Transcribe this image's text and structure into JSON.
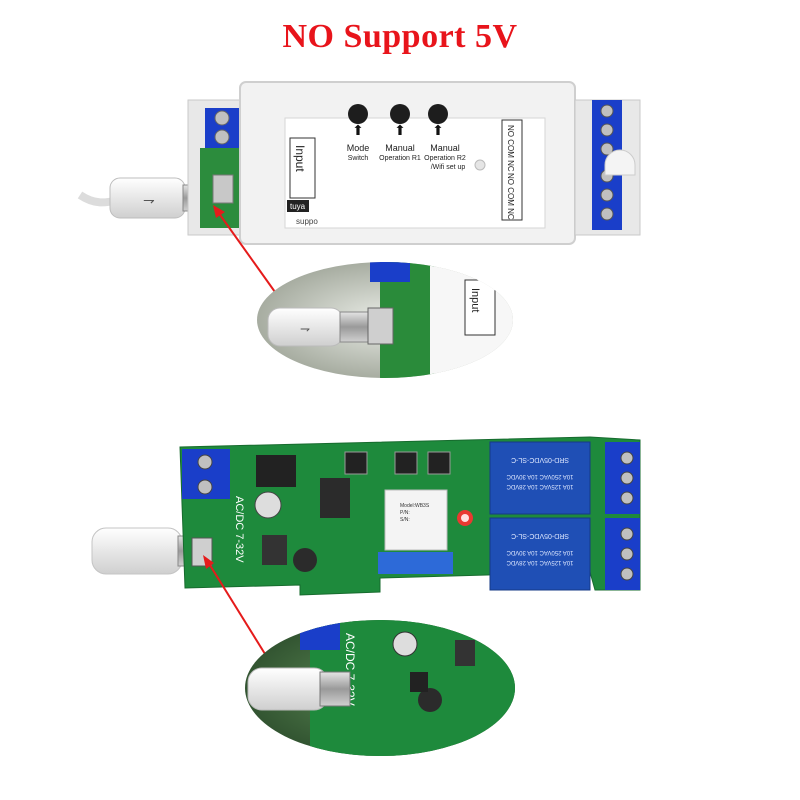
{
  "title": "NO Support 5V",
  "enclosure": {
    "mode_label": "Mode",
    "mode_sub": "Switch",
    "manual1_label": "Manual",
    "manual1_sub": "Operation R1",
    "manual2_label": "Manual",
    "manual2_sub": "Operation R2",
    "manual2_sub2": "/Wifi set up",
    "input_label": "Input",
    "relay_label_1": "NO COM NC",
    "relay_label_2": "NO COM NC",
    "brand_text": "tuya",
    "brand_sub": "suppo"
  },
  "zoom_top": {
    "input_label": "Input"
  },
  "board": {
    "voltage_label": "AC/DC 7-32V",
    "relay_text": "SRD-05VDC-SL-C",
    "relay_rating_1": "10A 250VAC 10A 30VDC",
    "relay_rating_2": "10A 125VAC 10A 28VDC",
    "module_line_1": "Model:WB3S",
    "module_line_2": "P/N:",
    "module_line_3": "S/N:"
  },
  "zoom_bottom": {
    "voltage_label": "AC/DC 7-32V"
  },
  "colors": {
    "title_red": "#e8141b",
    "pcb_green": "#1e8a3c",
    "terminal_blue": "#1a3ec9",
    "relay_blue": "#1f4fb5",
    "arrow_red": "#e51b1b"
  }
}
